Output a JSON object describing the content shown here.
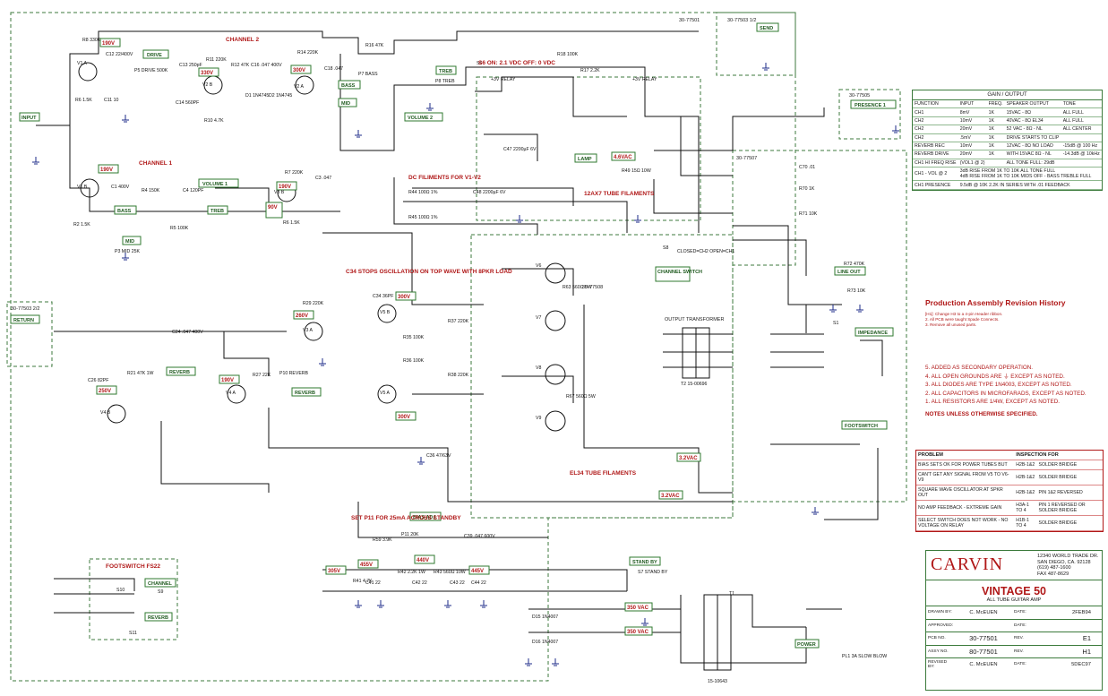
{
  "colors": {
    "title_red": "#b01818",
    "frame_green": "#2f7a2f",
    "wire_black": "#111111",
    "ground_blue": "#1d2b8a"
  },
  "title_block": {
    "brand": "CARVIN",
    "address": [
      "12340 WORLD TRADE DR.",
      "SAN DIEGO, CA. 92128",
      "(619) 487-1600",
      "FAX 487-8629"
    ],
    "model": "VINTAGE 50",
    "subtitle": "ALL TUBE GUITAR AMP",
    "drawn_by_label": "DRAWN BY:",
    "drawn_by": "C. McEUEN",
    "date_label": "DATE:",
    "date": "2FEB94",
    "approved_label": "APPROVED:",
    "approved_date_label": "DATE:",
    "pcb_label": "PCB NO.",
    "pcb": "30-77501",
    "rev_label": "REV.",
    "pcb_rev": "E1",
    "assy_label": "ASSY NO.",
    "assy": "80-77501",
    "assy_rev_label": "REV.",
    "assy_rev": "H1",
    "revised_by_label": "REVISED BY:",
    "revised_by": "C. McEUEN",
    "revised_date_label": "DATE:",
    "revised_date": "5DEC97"
  },
  "gain_table": {
    "title": "GAIN / OUTPUT",
    "headers": [
      "FUNCTION",
      "INPUT",
      "FREQ.",
      "SPEAKER OUTPUT",
      "TONE"
    ],
    "rows": [
      [
        "CH1",
        "8mV",
        "1K",
        "15VAC - 8Ω",
        "ALL FULL"
      ],
      [
        "CH2",
        "10mV",
        "1K",
        "40VAC - 8Ω EL34",
        "ALL FULL"
      ],
      [
        "CH2",
        "20mV",
        "1K",
        "52 VAC - 8Ω - NL",
        "ALL CENTER"
      ],
      [
        "CH2",
        ".5mV",
        "1K",
        "DRIVE STARTS TO CLIP",
        ""
      ],
      [
        "REVERB REC",
        "10mV",
        "1K",
        "12VAC - 8Ω NO LOAD",
        "-15dB @ 100 Hz"
      ],
      [
        "REVERB DRIVE",
        "20mV",
        "1K",
        "WITH 15VAC 8Ω - NL",
        "-14.3dB @ 10kHz"
      ],
      [
        "CH1 HI FREQ RISE",
        "(VOL1 @ 2)",
        "",
        "ALL TONE FULL: 29dB",
        ""
      ]
    ],
    "notes": [
      [
        "CH1 - VOL @ 2",
        "3dB RISE FROM 1K TO 10K  ALL TONE FULL",
        "4dB RISE FROM 1K TO 10K  MIDS OFF - BASS TREBLE FULL"
      ],
      [
        "CH1 PRESENCE",
        "9.5dB @ 10K 2.2K IN SERIES WITH .01 FEEDBACK"
      ]
    ]
  },
  "revision": {
    "title": "Production Assembly Revision History",
    "entries": [
      "[H1]: Change H3 to a 4-pin Header ribbon.",
      "2. All PCB were taught Spade Connects.",
      "3. Remove all unused parts."
    ]
  },
  "notes": {
    "items": [
      "5. ADDED AS SECONDARY OPERATION.",
      "4. ALL OPEN GROUNDS ARE ⏚ EXCEPT AS NOTED.",
      "3. ALL DIODES ARE TYPE 1N4003, EXCEPT AS NOTED.",
      "2. ALL CAPACITORS IN MICROFARADS, EXCEPT AS NOTED.",
      "1. ALL RESISTORS ARE 1/4W, EXCEPT AS NOTED."
    ],
    "footer": "NOTES UNLESS OTHERWISE SPECIFIED."
  },
  "problem_table": {
    "headers": [
      "PROBLEM",
      "INSPECTION FOR"
    ],
    "rows": [
      [
        "BIAS SETS OK FOR POWER TUBES BUT",
        "H2B-1&2",
        "SOLDER BRIDGE"
      ],
      [
        "CAN'T GET ANY SIGNAL FROM V5 TO V6-V9",
        "H2B-1&2",
        "SOLDER BRIDGE"
      ],
      [
        "SQUARE WAVE OSCILLATOR AT SPKR OUT",
        "H2B-1&2",
        "PIN 1&2 REVERSED"
      ],
      [
        "NO AMP FEEDBACK - EXTREME GAIN",
        "H3A-1 TO 4",
        "PIN 1 REVERSED OR SOLDER BRIDGE"
      ],
      [
        "SELECT SWITCH DOES NOT WORK - NO VOLTAGE ON RELAY",
        "H1B-1 TO 4",
        "SOLDER BRIDGE"
      ]
    ]
  },
  "schematic": {
    "boards": [
      "30-77501",
      "30-77503 1/2",
      "30-77503 2/2",
      "30-77505",
      "30-77507",
      "30-77508"
    ],
    "section_labels": [
      "INPUT",
      "DRIVE",
      "CHANNEL 2",
      "CHANNEL 1",
      "VOLUME 1",
      "VOLUME 2",
      "BASS",
      "MID",
      "TREB",
      "PRESENCE 1",
      "REVERB",
      "RETURN",
      "SEND",
      "LAMP",
      "CHANNEL SWITCH",
      "IMPEDANCE",
      "FOOTSWITCH",
      "LINE OUT",
      "BIAS ADJ",
      "STAND BY",
      "POWER",
      "FOOTSWITCH FS22",
      "CHANNEL",
      "REVERB",
      "12AX7 TUBE FILAMENTS",
      "EL34 TUBE FILAMENTS",
      "OUTPUT TRANSFORMER",
      "DC FILIMENTS FOR V1-V2"
    ],
    "voltage_tags": [
      "190V",
      "330V",
      "300V",
      "190V",
      "90V",
      "190V",
      "260V",
      "250V",
      "190V",
      "300V",
      "300V",
      "455V",
      "440V",
      "305V",
      "445V",
      "350 VAC",
      "350 VAC",
      "4.6VAC",
      "3.2VAC",
      "3.2VAC"
    ],
    "component_labels": [
      "R8 330K",
      "C12 22/400V",
      "V1 A",
      "R6 1.5K",
      "C11 10",
      "C13 250pF",
      "P5 DRIVE 500K",
      "C14 560PF",
      "R11 220K",
      "R12 47K",
      "C16 .047 400V",
      "D1 1N4745",
      "D2 1N4745",
      "V2 B",
      "R10 4.7K",
      "C18 .047",
      "V2 A",
      "R14 220K",
      "R16 47K",
      "P7 BASS",
      "P8 TREB",
      "R18 100K",
      "R17 2.2K",
      "V1 B",
      "C1 400V",
      "R4 150K",
      "C4 120PF",
      "R5 100K",
      "P3 MID 25K",
      "R2 1.5K",
      "V3 B",
      "R7 220K",
      "C3 .047",
      "R6 1.5K",
      "C47 2200µF 6V",
      "C48 2200µF 6V",
      "R44 100Ω 1%",
      "R45 100Ω 1%",
      "R49 15Ω 10W",
      "C70 .01",
      "R70 1K",
      "R71 10K",
      "V3 A",
      "R29 220K",
      "C34 36PF",
      "V5 B",
      "V5 A",
      "R35 100K",
      "R36 100K",
      "R37 220K",
      "R38 220K",
      "C36 47/63V",
      "V6",
      "V7",
      "V8",
      "V9",
      "R63 560Ω 5W",
      "R67 560Ω 5W",
      "C24 .047 400V",
      "V4 B",
      "V4 A",
      "R27 22K",
      "P10 REVERB",
      "R21 47K 1W",
      "C26 82PF",
      "R72 470K",
      "R73 10K",
      "R41 4.7K",
      "R42 2.2K 1W",
      "R43 560Ω 10W",
      "C41 22",
      "C42 22",
      "C43 22",
      "C44 22",
      "D15 1N4007",
      "D16 1N4007",
      "R59 3.9K",
      "P11 20K",
      "C39 .047 600V",
      "T1",
      "T2 15-00696",
      "15-10643",
      "PL1 3A SLOW BLOW",
      "S8",
      "S7 STAND BY",
      "S6",
      "S9",
      "S11",
      "S10",
      "S1"
    ],
    "relay_labels": [
      "S6 ON: 2.1 VDC OFF: 0 VDC",
      "+3V RELAY",
      "+3V RELAY"
    ],
    "osc_note": "C34 STOPS OSCILLATION ON TOP WAVE WITH 8PKR LOAD",
    "bias_note": "SET P11 FOR 25mA ACROSS STANDBY",
    "switch_note": "CLOSED=CH2 OPEN=CH1"
  }
}
